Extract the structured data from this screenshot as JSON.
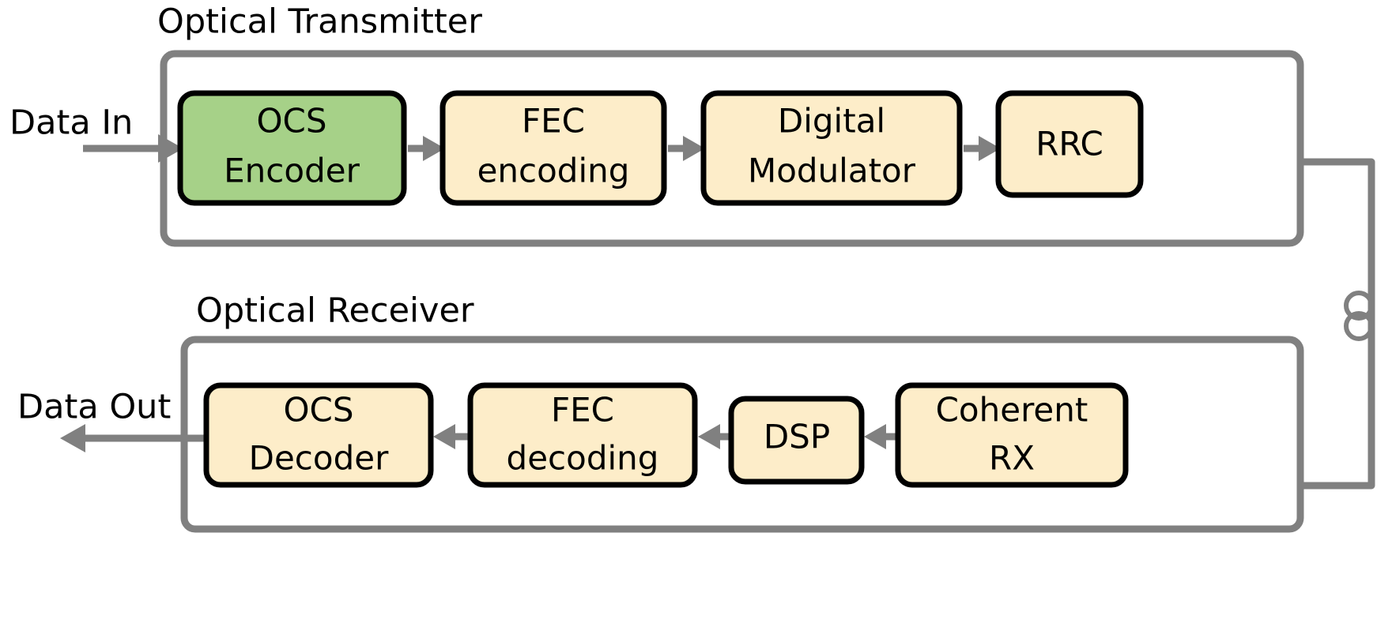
{
  "figure": {
    "title": "Optical communication link block diagram",
    "colors": {
      "highlight_green": "#a6d188",
      "block_cream": "#fdedc9",
      "wire_gray": "#808080",
      "outline_black": "#000000",
      "background": "#ffffff"
    }
  },
  "io": {
    "data_in": "Data In",
    "data_out": "Data Out"
  },
  "groups": [
    {
      "id": "transmitter",
      "title": "Optical Transmitter",
      "nodes": [
        {
          "id": "ocs-encoder",
          "lines": [
            "OCS",
            "Encoder"
          ],
          "style": "green"
        },
        {
          "id": "fec-encoding",
          "lines": [
            "FEC",
            "encoding"
          ],
          "style": "cream"
        },
        {
          "id": "digital-modulator",
          "lines": [
            "Digital",
            "Modulator"
          ],
          "style": "cream"
        },
        {
          "id": "rrc",
          "lines": [
            "RRC"
          ],
          "style": "cream"
        }
      ]
    },
    {
      "id": "receiver",
      "title": "Optical Receiver",
      "nodes": [
        {
          "id": "ocs-decoder",
          "lines": [
            "OCS",
            "Decoder"
          ],
          "style": "green"
        },
        {
          "id": "fec-decoding",
          "lines": [
            "FEC",
            "decoding"
          ],
          "style": "cream"
        },
        {
          "id": "dsp",
          "lines": [
            "DSP"
          ],
          "style": "cream"
        },
        {
          "id": "coherent-rx",
          "lines": [
            "Coherent",
            "RX"
          ],
          "style": "cream"
        }
      ]
    }
  ],
  "link": {
    "icon": "fiber-coil-icon",
    "label": ""
  },
  "tx_nodes": {
    "n0": {
      "l0": "OCS",
      "l1": "Encoder"
    },
    "n1": {
      "l0": "FEC",
      "l1": "encoding"
    },
    "n2": {
      "l0": "Digital",
      "l1": "Modulator"
    },
    "n3": {
      "l0": "RRC"
    }
  },
  "rx_nodes": {
    "n0": {
      "l0": "OCS",
      "l1": "Decoder"
    },
    "n1": {
      "l0": "FEC",
      "l1": "decoding"
    },
    "n2": {
      "l0": "DSP"
    },
    "n3": {
      "l0": "Coherent",
      "l1": "RX"
    }
  },
  "group_titles": {
    "tx": "Optical Transmitter",
    "rx": "Optical Receiver"
  }
}
